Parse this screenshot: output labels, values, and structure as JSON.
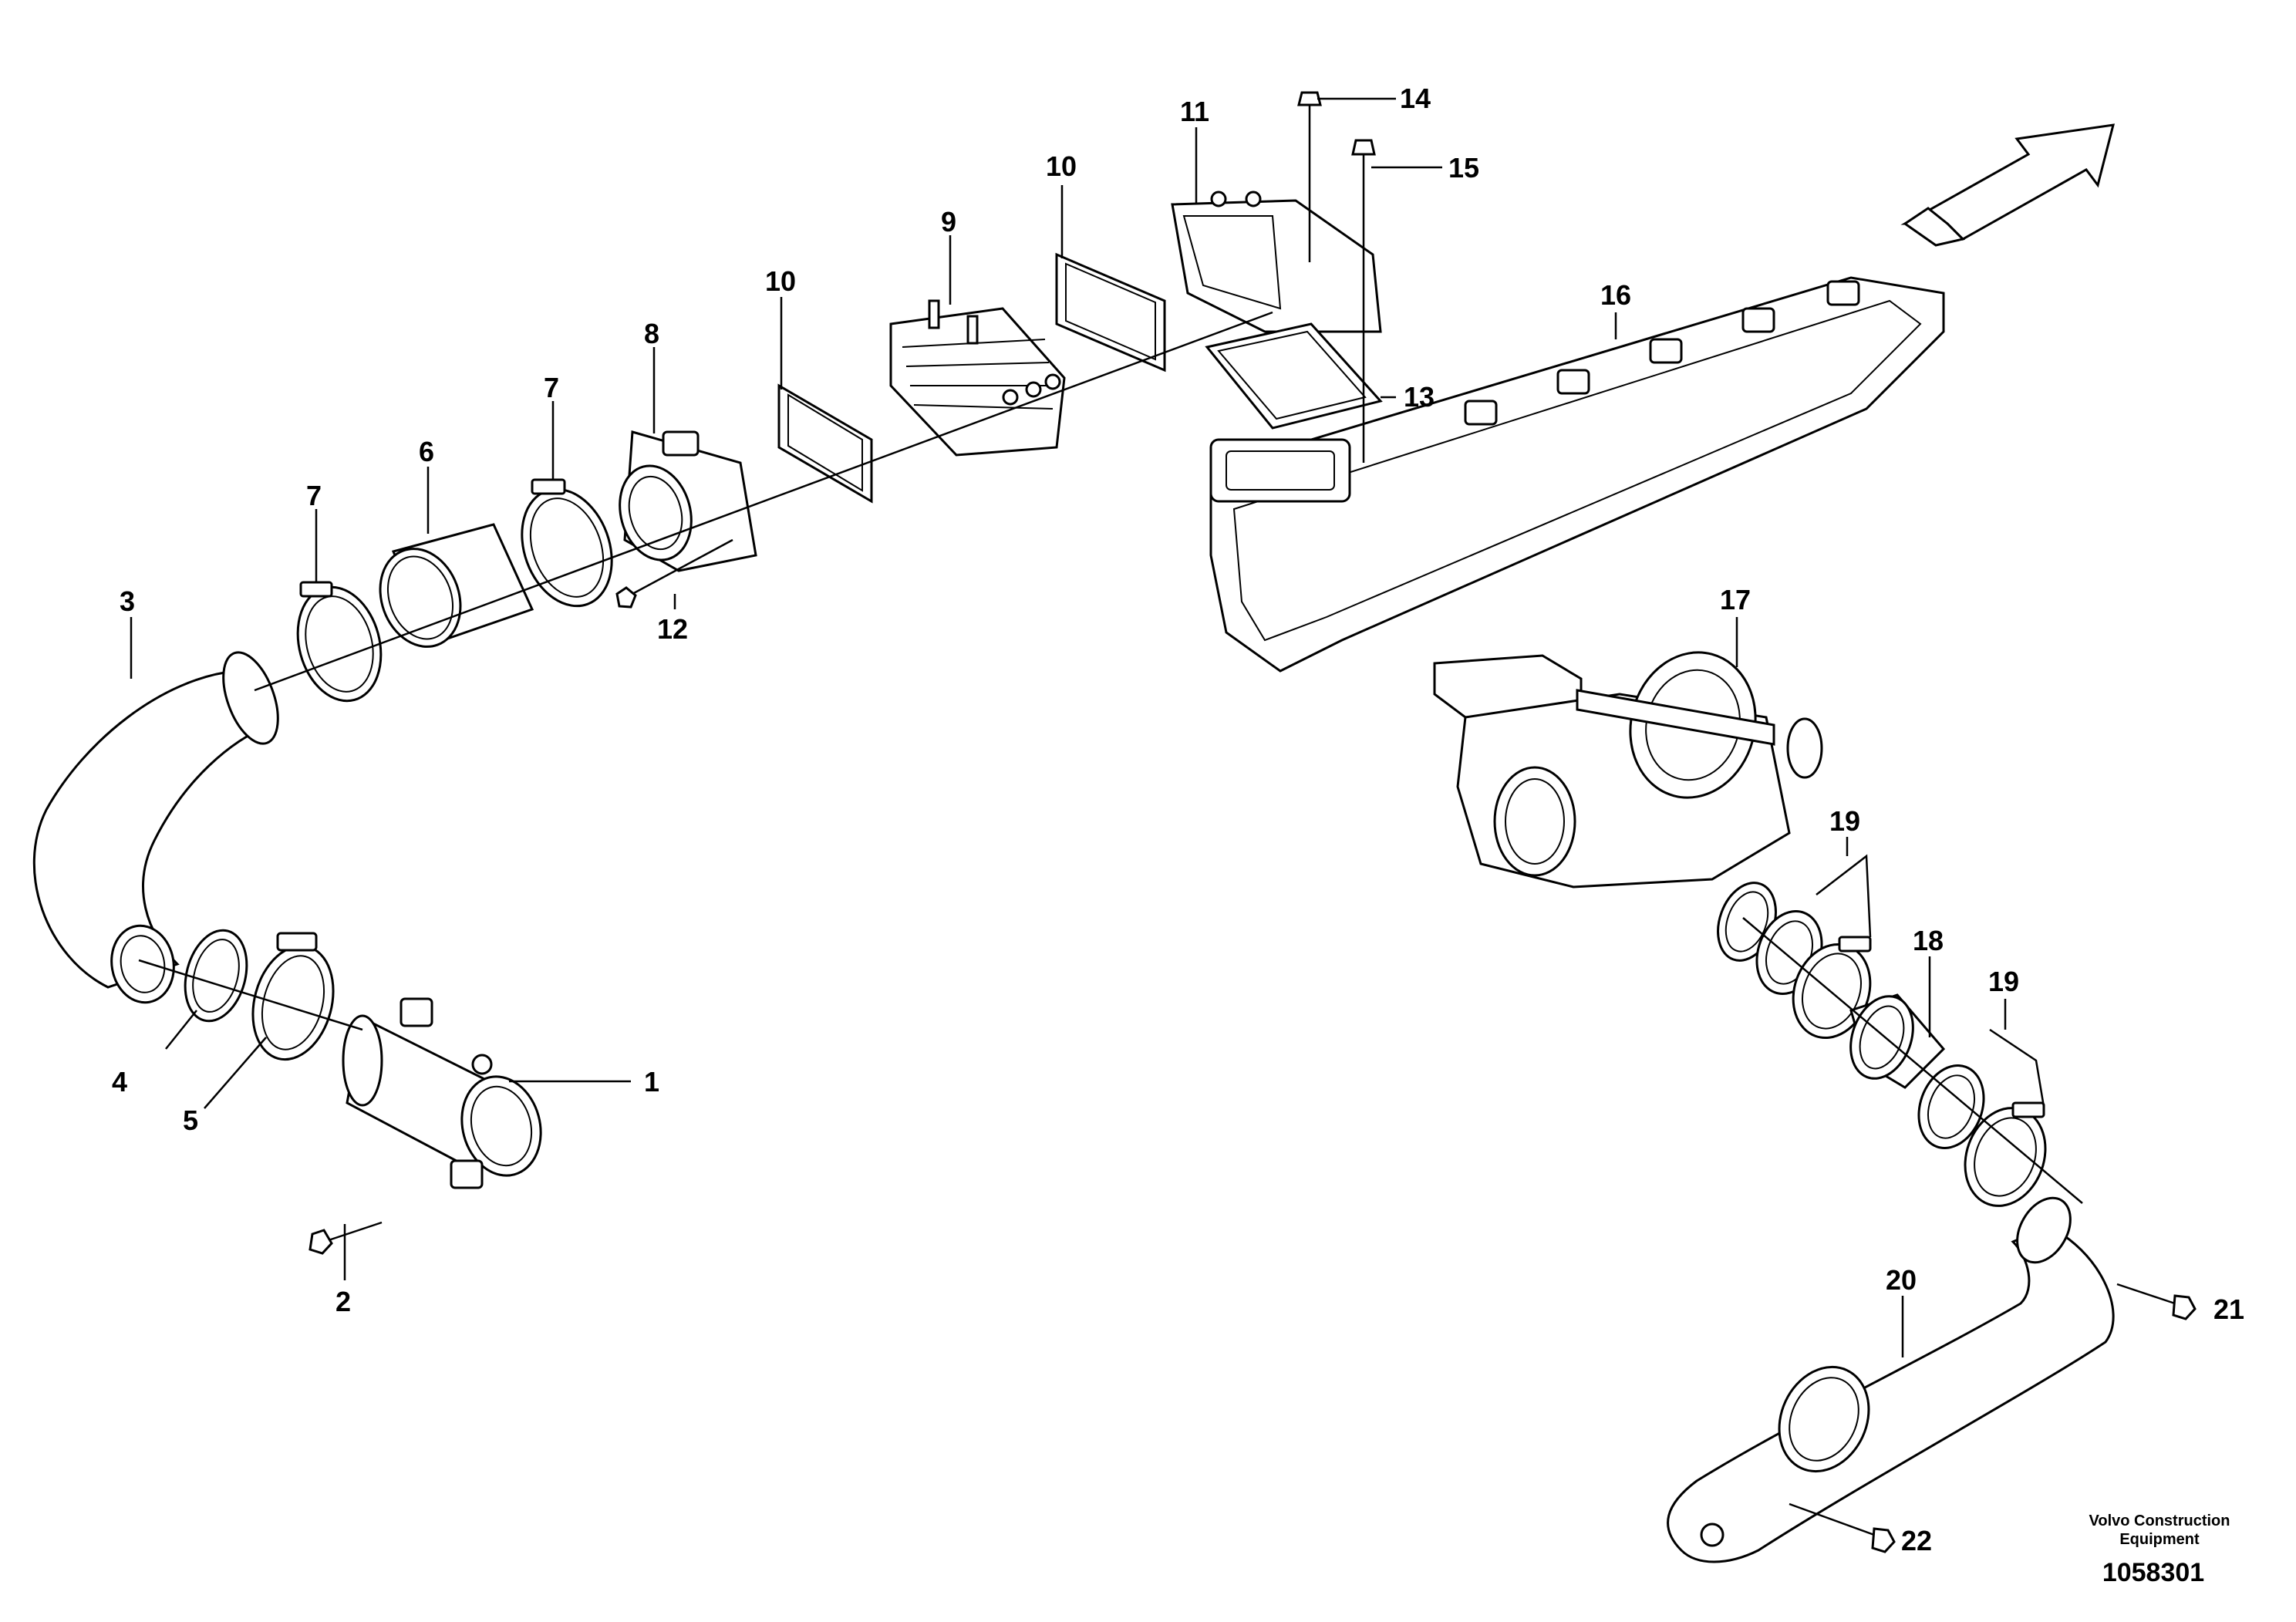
{
  "callouts": [
    "1",
    "2",
    "3",
    "4",
    "5",
    "6",
    "7",
    "7",
    "8",
    "9",
    "10",
    "10",
    "11",
    "12",
    "13",
    "14",
    "15",
    "16",
    "17",
    "18",
    "19",
    "19",
    "20",
    "21",
    "22"
  ],
  "footer": {
    "credit_line1": "Volvo Construction",
    "credit_line2": "Equipment",
    "document_number": "1058301"
  },
  "icons": {
    "direction": "forward-arrow-icon"
  }
}
